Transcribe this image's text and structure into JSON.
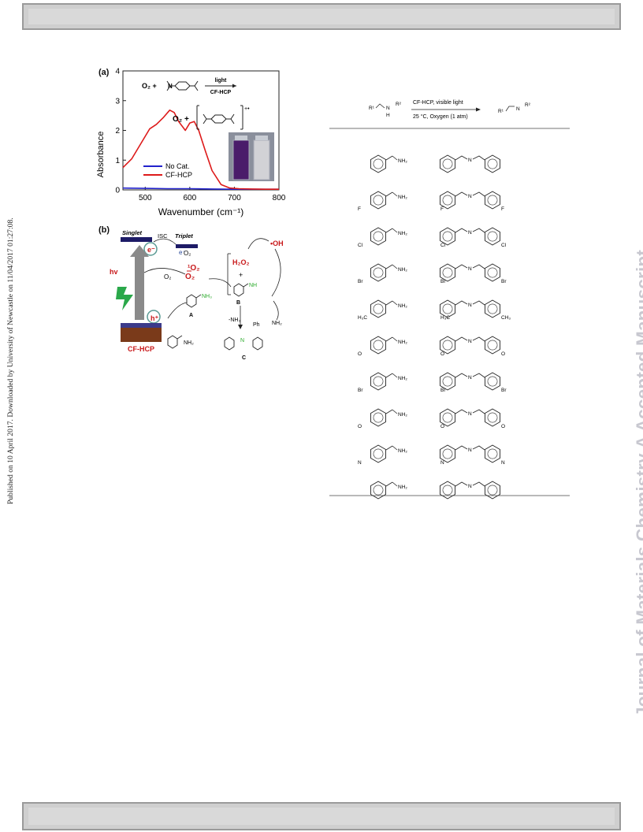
{
  "side_note": "Published on 10 April 2017. Downloaded by University of Newcastle on 11/04/2017 01:27:08.",
  "watermark": "Journal of Materials Chemistry A Accepted Manuscript",
  "panel_a": {
    "label": "(a)",
    "scheme": {
      "reactant": "O₂ +",
      "arrow_top": "light",
      "arrow_bottom": "CF-HCP",
      "product": "O₂ +",
      "radical": "+•"
    },
    "inset_photo": {
      "left_color": "#4a1c6a",
      "right_color": "#d2d2d6"
    },
    "chart_data": {
      "type": "line",
      "xlabel": "Wavenumber (cm⁻¹)",
      "ylabel": "Absorbance",
      "xlim": [
        450,
        800
      ],
      "ylim": [
        0,
        4
      ],
      "xticks": [
        "500",
        "600",
        "700",
        "800"
      ],
      "yticks": [
        "0",
        "1",
        "2",
        "3",
        "4"
      ],
      "legend_position": "bottom-left",
      "series": [
        {
          "name": "No Cat.",
          "color": "#2222cc",
          "x": [
            450,
            500,
            550,
            600,
            650,
            700,
            750,
            800
          ],
          "y": [
            0.06,
            0.05,
            0.04,
            0.04,
            0.03,
            0.02,
            0.02,
            0.02
          ]
        },
        {
          "name": "CF-HCP",
          "color": "#dd1a1a",
          "x": [
            450,
            470,
            490,
            510,
            525,
            540,
            555,
            565,
            575,
            590,
            600,
            610,
            620,
            635,
            650,
            670,
            690,
            710,
            740,
            770,
            800
          ],
          "y": [
            0.75,
            1.05,
            1.55,
            2.05,
            2.2,
            2.42,
            2.68,
            2.6,
            2.3,
            2.0,
            2.25,
            2.3,
            2.0,
            1.3,
            0.65,
            0.18,
            0.06,
            0.04,
            0.03,
            0.02,
            0.02
          ]
        }
      ]
    }
  },
  "panel_b": {
    "label": "(b)",
    "singlet": "Singlet",
    "isc": "ISC",
    "triplet": "Triplet",
    "e_minus": "e⁻",
    "hv": "hv",
    "h_plus": "h⁺",
    "catalyst": "CF-HCP",
    "o2_a": "O₂",
    "o2_b": "O₂",
    "superoxide": "O₂",
    "singlet_o2": "¹O₂",
    "h2o2": "H₂O₂",
    "oh_radical": "•OH",
    "plus": "+",
    "label_a": "A",
    "label_b": "B",
    "label_c": "C",
    "nh3_plus": "NH₃",
    "nh_plus": "NH",
    "n_plus": "N",
    "minus_nh3": "-NH₃",
    "ph_nh2": "Ph",
    "nh2": "NH₂",
    "nh2_b": "NH₂"
  },
  "panel_c": {
    "header": {
      "left_formula": [
        "R¹",
        "N",
        "R²",
        "H"
      ],
      "condition_top": "CF-HCP, visible light",
      "condition_bottom": "25 °C, Oxygen (1 atm)",
      "right_formula": [
        "R¹",
        "N",
        "R²"
      ]
    },
    "rows": [
      {
        "substituent": "",
        "amine": "NH₂"
      },
      {
        "substituent": "F",
        "amine": "NH₂"
      },
      {
        "substituent": "Cl",
        "amine": "NH₂"
      },
      {
        "substituent": "Br",
        "amine": "NH₂"
      },
      {
        "substituent": "H₃C",
        "amine": "NH₂",
        "right_sub": "CH₃"
      },
      {
        "substituent": "O",
        "amine": "NH₂"
      },
      {
        "substituent": "Br",
        "amine": "NH₂"
      },
      {
        "substituent": "O",
        "amine": "NH₂"
      },
      {
        "substituent": "N",
        "amine": "NH₂"
      },
      {
        "substituent": "",
        "amine": "NH₂"
      }
    ]
  }
}
